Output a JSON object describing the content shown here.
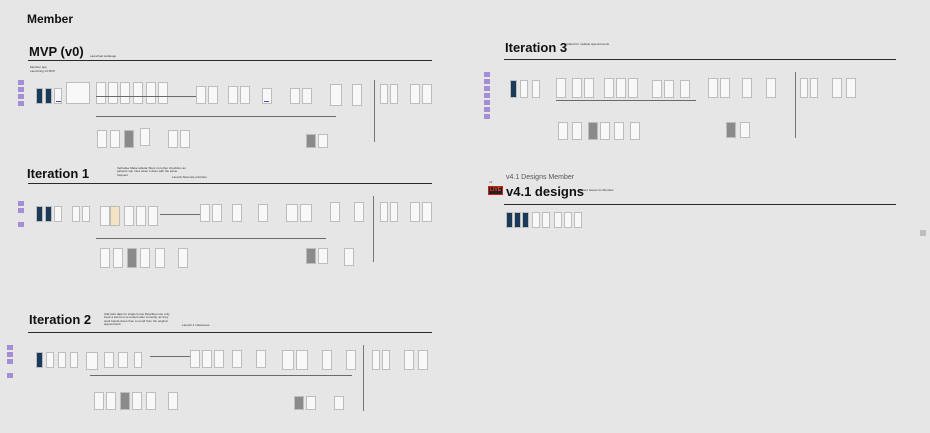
{
  "page_title": "Member",
  "sections": {
    "mvp": {
      "title": "MVP (v0)",
      "tag": "Launched webpage"
    },
    "iter1": {
      "title": "Iteration 1",
      "desc": "Verbalise Make tabular filters not other checkbox as patients can miss when it does with the same frequent",
      "tag": "Launch Alternate priorities"
    },
    "iter2": {
      "title": "Iteration 2",
      "desc": "Add start date for single home Rewritten use only book a slot from a content also correctly, as they want hands-down then a round from the original appointment.",
      "tag": "Launch 2 milestones"
    },
    "iter3": {
      "title": "Iteration 3",
      "tag": "Added for multiple appointments"
    },
    "v41": {
      "caption": "v4.1 Designs Member",
      "title": "v4.1 designs",
      "tag": "Current Issues for Member",
      "badge_small": "v4",
      "badge": "LIVE"
    }
  },
  "mvp_notes": {
    "a": "Member app",
    "b": "Launching v0 MVP"
  }
}
